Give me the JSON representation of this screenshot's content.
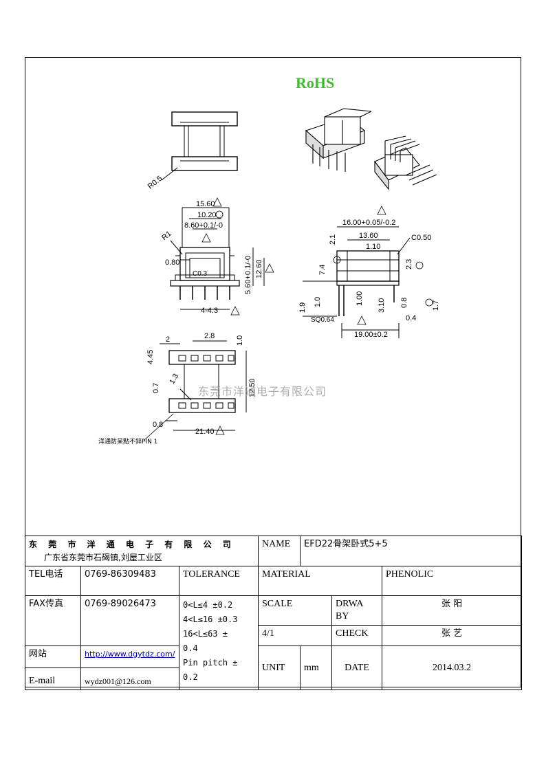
{
  "rohs": "RoHS",
  "watermark": "东莞市洋通电子有限公司",
  "pin1_note": "洋通防呆點不鋅PIN 1",
  "dims": {
    "top_r": "R0.5",
    "front_w1": "15.60",
    "front_w2": "10.20",
    "front_w3": "8.60+0.1/-0",
    "front_r": "R1",
    "front_080": "0.80",
    "front_c03": "C0.3",
    "front_h1": "5.60+0.1/-0",
    "front_h2": "12.60",
    "front_pitch": "4-4.3",
    "side_w": "16.00+0.05/-0.2",
    "side_1360": "13.60",
    "side_110": "1.10",
    "side_c050": "C0.50",
    "side_21": "2.1",
    "side_74": "7.4",
    "side_23": "2.3",
    "side_19": "1.9",
    "side_10": "1.0",
    "side_100": "1.00",
    "side_310": "3.10",
    "side_08": "0.8",
    "side_17": "1.7",
    "side_04": "0.4",
    "side_sq": "SQ0.64",
    "side_1900": "19.00±0.2",
    "bot_2": "2",
    "bot_28": "2.8",
    "bot_10": "1.0",
    "bot_445": "4.45",
    "bot_13": "1.3",
    "bot_07": "0.7",
    "bot_1250": "12.50",
    "bot_08": "0.8",
    "bot_2140": "21.40"
  },
  "title_block": {
    "company": "东 莞 市 洋 通 电 子 有 限 公 司",
    "address": "广东省东莞市石碣镇,刘屋工业区",
    "name_label": "NAME",
    "name_value": "EFD22骨架卧式5+5",
    "tel_label": "TEL电话",
    "tel_value": "0769-86309483",
    "tolerance_label": "TOLERANCE",
    "material_label": "MATERIAL",
    "material_value": "PHENOLIC",
    "fax_label": "FAX传真",
    "fax_value": "0769-89026473",
    "tol_lines": [
      "0<L≤4  ±0.2",
      "4<L≤16 ±0.3",
      "16<L≤63 ±",
      "0.4",
      "Pin pitch ±",
      "0.2"
    ],
    "scale_label": "SCALE",
    "drawn_by_label": "DRWA BY",
    "drawn_by_value": "张 阳",
    "scale_value": "4/1",
    "check_label": "CHECK",
    "check_value": "张 艺",
    "web_label": "网站",
    "web_value": "http://www.dgytdz.com/",
    "email_label": "E-mail",
    "email_value": "wydz001@126.com",
    "unit_label": "UNIT",
    "unit_value": "mm",
    "date_label": "DATE",
    "date_value": "2014.03.2"
  }
}
